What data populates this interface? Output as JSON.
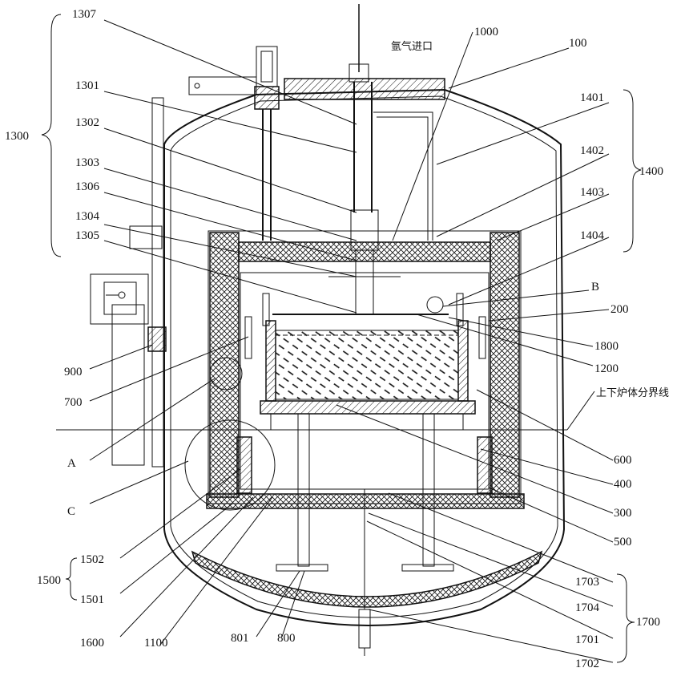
{
  "labels": {
    "l1307": "1307",
    "l1301": "1301",
    "l1302": "1302",
    "l1303": "1303",
    "l1306": "1306",
    "l1304": "1304",
    "l1305": "1305",
    "l1300": "1300",
    "l900": "900",
    "l700": "700",
    "lA": "A",
    "lC": "C",
    "l1502": "1502",
    "l1500": "1500",
    "l1501": "1501",
    "l1600": "1600",
    "l1100": "1100",
    "l801": "801",
    "l800": "800",
    "argon": "氩气进口",
    "l1000": "1000",
    "l100": "100",
    "l1401": "1401",
    "l1402": "1402",
    "l1400": "1400",
    "l1403": "1403",
    "l1404": "1404",
    "lB": "B",
    "l200": "200",
    "l1800": "1800",
    "l1200": "1200",
    "divide": "上下炉体分界线",
    "l600": "600",
    "l400": "400",
    "l300": "300",
    "l500": "500",
    "l1703": "1703",
    "l1704": "1704",
    "l1700": "1700",
    "l1701": "1701",
    "l1702": "1702"
  }
}
